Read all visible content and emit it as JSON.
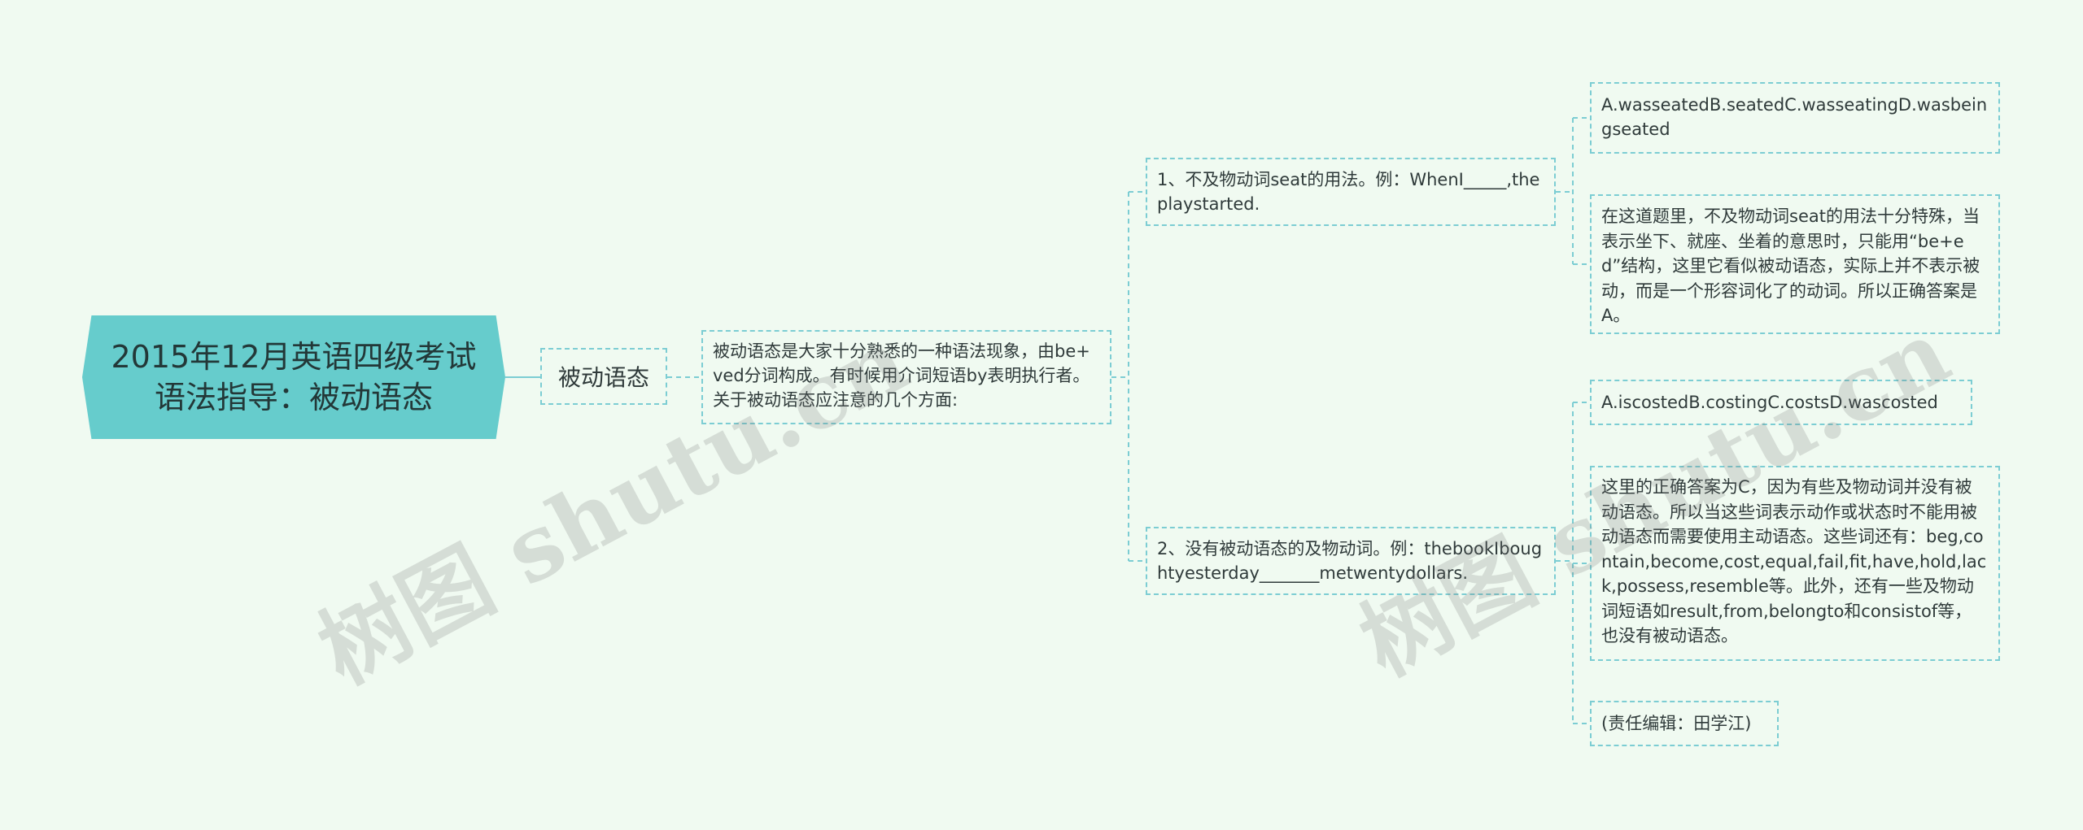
{
  "root": {
    "label": "2015年12月英语四级考试语法指导：被动语态"
  },
  "level1": {
    "label": "被动语态"
  },
  "level2": {
    "label": "被动语态是大家十分熟悉的一种语法现象，由be+ved分词构成。有时候用介词短语by表明执行者。关于被动语态应注意的几个方面:"
  },
  "branches": [
    {
      "label": "1、不及物动词seat的用法。例：WhenI_____,theplaystarted.",
      "children": [
        "A.wasseatedB.seatedC.wasseatingD.wasbeingseated",
        "在这道题里，不及物动词seat的用法十分特殊，当表示坐下、就座、坐着的意思时，只能用“be+ed”结构，这里它看似被动语态，实际上并不表示被动，而是一个形容词化了的动词。所以正确答案是A。"
      ]
    },
    {
      "label": "2、没有被动语态的及物动词。例：thebookIboughtyesterday_______metwentydollars.",
      "children": [
        "A.iscostedB.costingC.costsD.wascosted",
        "这里的正确答案为C，因为有些及物动词并没有被动语态。所以当这些词表示动作或状态时不能用被动语态而需要使用主动语态。这些词还有：beg,contain,become,cost,equal,fail,fit,have,hold,lack,possess,resemble等。此外，还有一些及物动词短语如result,from,belongto和consistof等，也没有被动语态。",
        "(责任编辑：田学江)"
      ]
    }
  ],
  "watermark": "树图 shutu.cn",
  "colors": {
    "background": "#f0faf1",
    "root_fill": "#66cccc",
    "connector": "#7ccdd3",
    "text": "#2f3a3a"
  }
}
